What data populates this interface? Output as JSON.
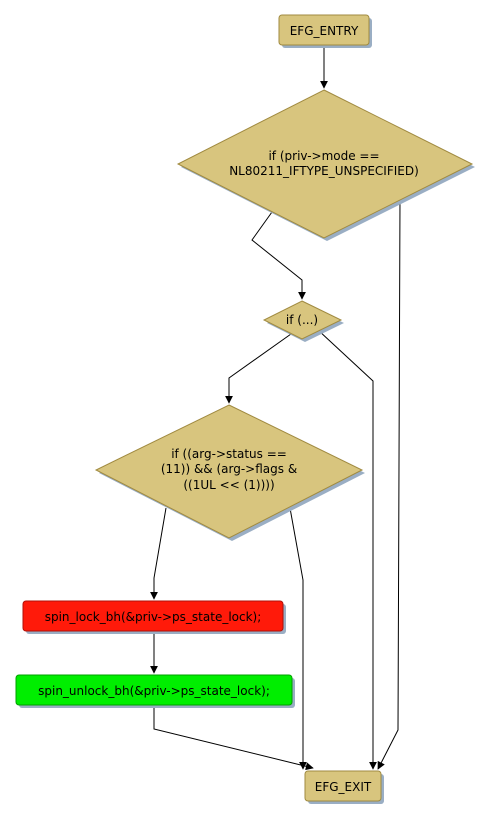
{
  "colors": {
    "node_fill": "#d8c57e",
    "node_stroke": "#a08a40",
    "shadow": "#9aaec4",
    "lock_fill": "#ff1a0a",
    "unlock_fill": "#00ee00",
    "edge": "#000000"
  },
  "nodes": {
    "entry": {
      "label": "EFG_ENTRY"
    },
    "cond_mode": {
      "line1": "if (priv->mode ==",
      "line2": "NL80211_IFTYPE_UNSPECIFIED)"
    },
    "cond_generic": {
      "label": "if (...)"
    },
    "cond_status": {
      "line1": "if ((arg->status ==",
      "line2": "(11)) && (arg->flags &",
      "line3": "((1UL << (1))))"
    },
    "lock": {
      "label": "spin_lock_bh(&priv->ps_state_lock);"
    },
    "unlock": {
      "label": "spin_unlock_bh(&priv->ps_state_lock);"
    },
    "exit": {
      "label": "EFG_EXIT"
    }
  }
}
